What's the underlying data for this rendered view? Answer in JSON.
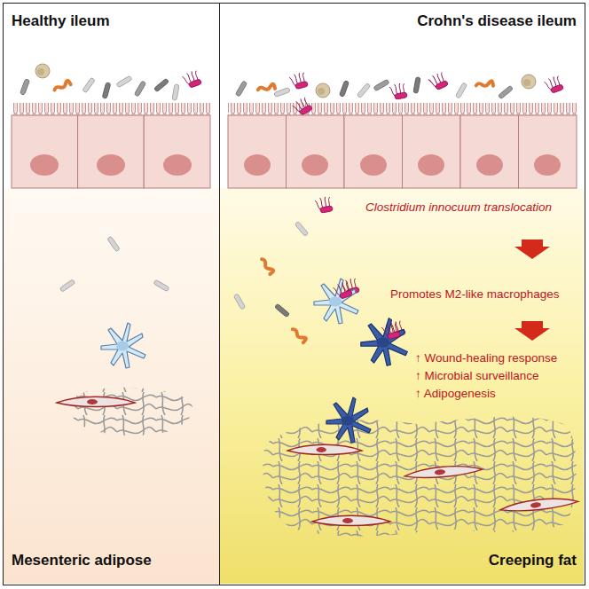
{
  "diagram": {
    "nodes": [
      {
        "text": [
          "Healthy ileum",
          "Mesenteric adipose"
        ]
      },
      {
        "text": [
          "Crohn's disease ileum",
          "Creeping fat"
        ]
      }
    ],
    "labels": [
      "Clostridium innocuum translocation",
      "Promotes M2-like macrophages",
      "↑ Wound-healing response",
      "↑ Microbial surveillance",
      "↑ Adipogenesis"
    ]
  }
}
